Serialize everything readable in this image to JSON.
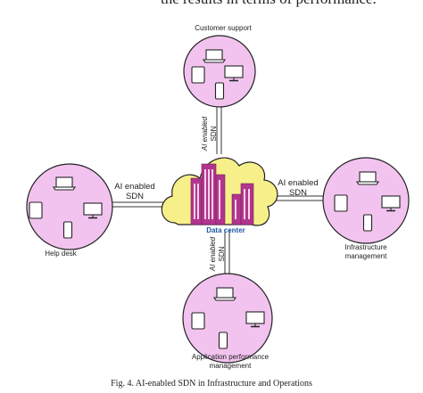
{
  "top_text": "the results in terms of performance.",
  "nodes": {
    "top": {
      "label": "Customer support"
    },
    "left": {
      "label": "Help desk"
    },
    "right": {
      "label_line1": "Infrastructure",
      "label_line2": "management"
    },
    "bottom": {
      "label_line1": "Application performance",
      "label_line2": "management"
    }
  },
  "links": {
    "top": {
      "line1": "AI enabled",
      "line2": "SDN"
    },
    "left": {
      "line1": "AI enabled",
      "line2": "SDN"
    },
    "right": {
      "line1": "AI enabled",
      "line2": "SDN"
    },
    "bottom": {
      "line1": "AI enabled",
      "line2": "SDN"
    }
  },
  "center": {
    "label": "Data center"
  },
  "caption": "Fig. 4.    AI-enabled SDN in Infrastructure and Operations",
  "colors": {
    "circle_fill": "#f2c3ef",
    "circle_stroke": "#222222",
    "cloud_fill": "#f7f08a",
    "building": "#b1358c",
    "datacenter_text": "#1f5aa8"
  },
  "icons": [
    "laptop-icon",
    "monitor-icon",
    "tablet-icon",
    "phone-icon",
    "cloud-icon",
    "building-icon"
  ]
}
